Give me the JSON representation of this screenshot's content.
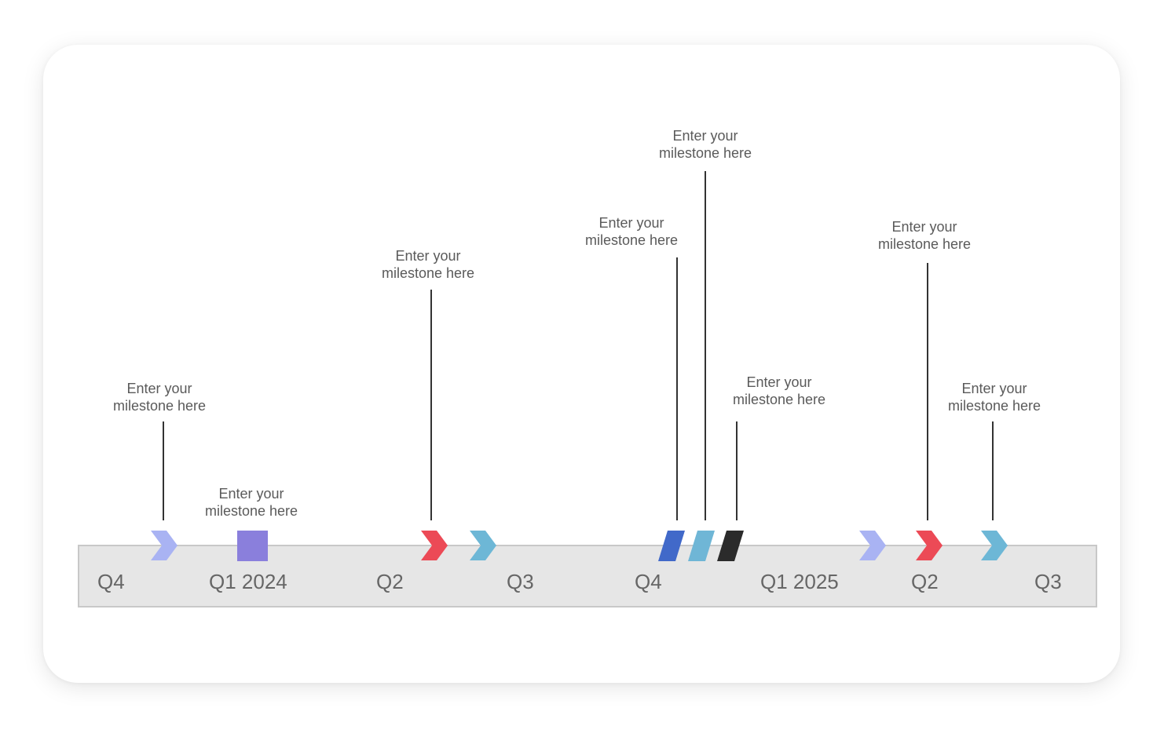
{
  "timeline": {
    "quarters": [
      "Q4",
      "Q1 2024",
      "Q2",
      "Q3",
      "Q4",
      "Q1 2025",
      "Q2",
      "Q3"
    ],
    "milestones": [
      {
        "line1": "Enter your",
        "line2": "milestone here"
      },
      {
        "line1": "Enter your",
        "line2": "milestone here"
      },
      {
        "line1": "Enter your",
        "line2": "milestone here"
      },
      {
        "line1": "Enter your",
        "line2": "milestone here"
      },
      {
        "line1": "Enter your",
        "line2": "milestone here"
      },
      {
        "line1": "Enter your",
        "line2": "milestone here"
      },
      {
        "line1": "Enter your",
        "line2": "milestone here"
      },
      {
        "line1": "Enter your",
        "line2": "milestone here"
      }
    ],
    "colors": {
      "lavender": "#a9b3f3",
      "purple": "#8a7fdc",
      "red": "#ec4a56",
      "sky": "#6db7d6",
      "royal": "#4169c9",
      "light_blue": "#6fb6d6",
      "black": "#2b2b2b",
      "bar_fill": "#e6e6e6",
      "bar_border": "#c8c8c8"
    },
    "marker_icons": [
      "lavender-chevron-icon",
      "purple-square-icon",
      "red-chevron-icon",
      "sky-chevron-icon",
      "royal-parallelogram-icon",
      "light-blue-parallelogram-icon",
      "black-parallelogram-icon",
      "lavender-chevron-icon",
      "red-chevron-icon",
      "sky-chevron-icon"
    ]
  }
}
